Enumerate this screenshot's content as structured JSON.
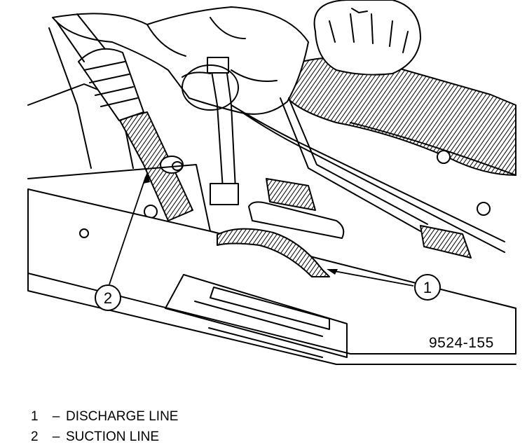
{
  "figure": {
    "id_label": "9524-155"
  },
  "callouts": [
    {
      "number": "1"
    },
    {
      "number": "2"
    }
  ],
  "legend": [
    {
      "number": "1",
      "separator": "–",
      "label": "DISCHARGE LINE"
    },
    {
      "number": "2",
      "separator": "–",
      "label": "SUCTION LINE"
    }
  ]
}
